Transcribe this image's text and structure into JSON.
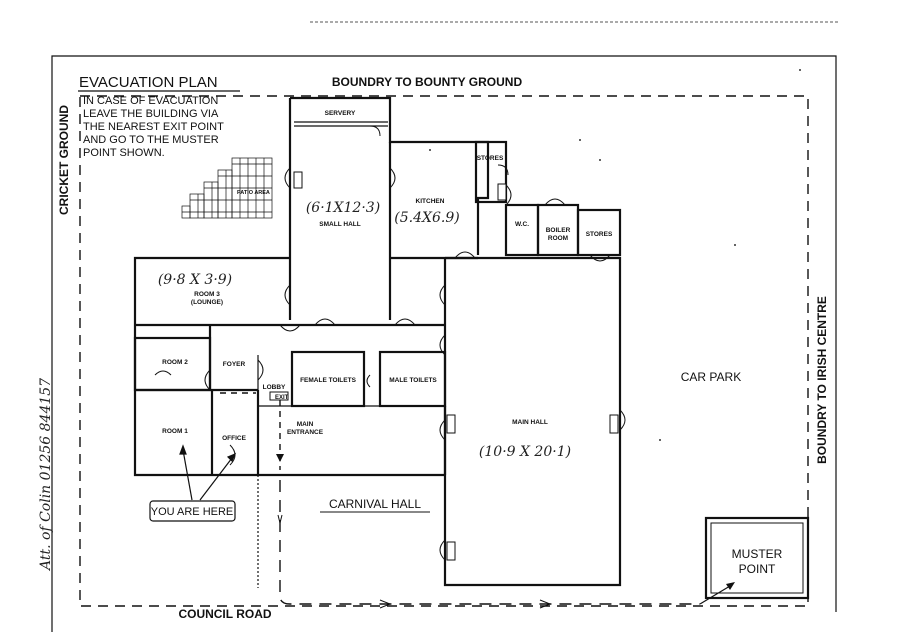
{
  "title": "EVACUATION PLAN",
  "instructions": [
    "IN CASE OF EVACUATION",
    "LEAVE THE BUILDING VIA",
    "THE NEAREST EXIT POINT",
    "AND GO TO THE MUSTER",
    "POINT SHOWN."
  ],
  "boundaries": {
    "top": "BOUNDRY TO BOUNTY GROUND",
    "left": "CRICKET GROUND",
    "right": "BOUNDRY TO IRISH CENTRE",
    "bottom": "COUNCIL ROAD"
  },
  "rooms": {
    "servery": "SERVERY",
    "small_hall": "SMALL HALL",
    "small_hall_dims": "(6·1X12·3)",
    "kitchen": "KITCHEN",
    "kitchen_dims": "(5.4X6.9)",
    "stores_top": "STORES",
    "wc": "W.C.",
    "boiler_room_1": "BOILER",
    "boiler_room_2": "ROOM",
    "stores_right": "STORES",
    "patio": "PATIO AREA",
    "room3_dims": "(9·8 X 3·9)",
    "room3_1": "ROOM 3",
    "room3_2": "(LOUNGE)",
    "room2": "ROOM 2",
    "foyer": "FOYER",
    "lobby": "LOBBY",
    "female_toilets": "FEMALE TOILETS",
    "male_toilets": "MALE TOILETS",
    "room1": "ROOM 1",
    "office": "OFFICE",
    "main_entrance_1": "MAIN",
    "main_entrance_2": "ENTRANCE",
    "main_hall": "MAIN HALL",
    "main_hall_dims": "(10·9 X 20·1)",
    "carnival_hall": "CARNIVAL HALL",
    "car_park": "CAR PARK",
    "muster_1": "MUSTER",
    "muster_2": "POINT"
  },
  "you_are_here": "YOU ARE HERE",
  "exit_label": "EXIT",
  "handwritten_note": "Att. of Colin 01256 844157"
}
